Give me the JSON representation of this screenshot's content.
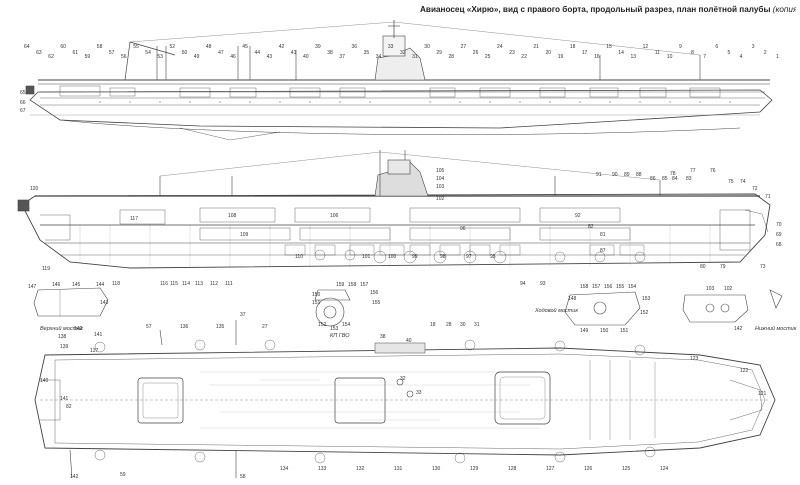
{
  "caption": {
    "bold_part": "Авианосец «Хирю», вид с правого борта, продольный разрез, план полётной палубы",
    "italic_part": "(копия подлинного чертежа)"
  },
  "detail_captions": {
    "top_bridge": "Верхний мостик",
    "gun_director": "КП ГВО",
    "navigation_bridge": "Ходовой мостик",
    "lower_bridge": "Нижний мостик"
  },
  "side_view": {
    "labels": [
      "64",
      "63",
      "62",
      "60",
      "61",
      "59",
      "58",
      "57",
      "56",
      "55",
      "54",
      "53",
      "52",
      "50",
      "49",
      "48",
      "47",
      "46",
      "45",
      "44",
      "43",
      "42",
      "41",
      "40",
      "39",
      "38",
      "37",
      "36",
      "35",
      "34",
      "33",
      "32",
      "31",
      "30",
      "29",
      "28",
      "27",
      "26",
      "25",
      "24",
      "23",
      "22",
      "21",
      "20",
      "19",
      "18",
      "17",
      "16",
      "15",
      "14",
      "13",
      "12",
      "11",
      "10",
      "9",
      "8",
      "7",
      "6",
      "5",
      "4",
      "3",
      "2",
      "1",
      "65",
      "66",
      "67"
    ]
  },
  "section_view": {
    "room_labels": [
      "117",
      "108",
      "106",
      "96",
      "92",
      "109",
      "110",
      "101",
      "100",
      "99",
      "98",
      "97",
      "95",
      "87",
      "82",
      "81",
      "78",
      "77",
      "76",
      "75",
      "74",
      "73",
      "72",
      "71",
      "70",
      "69",
      "68",
      "120",
      "119",
      "118",
      "116",
      "115",
      "114",
      "113",
      "112",
      "111",
      "105",
      "104",
      "103",
      "102",
      "94",
      "93",
      "91",
      "90",
      "89",
      "88",
      "86",
      "85",
      "84",
      "83",
      "80",
      "79"
    ]
  },
  "plan_view": {
    "labels": [
      "138",
      "139",
      "140",
      "141",
      "142",
      "137",
      "136",
      "135",
      "134",
      "133",
      "132",
      "131",
      "130",
      "129",
      "128",
      "127",
      "126",
      "125",
      "124",
      "123",
      "122",
      "121",
      "57",
      "37",
      "27",
      "18",
      "28",
      "30",
      "31",
      "32",
      "33",
      "59",
      "82",
      "38",
      "58",
      "40"
    ]
  },
  "detail_labels": {
    "top_bridge": [
      "147",
      "146",
      "145",
      "144",
      "143",
      "142",
      "141"
    ],
    "gun_director": [
      "159",
      "158",
      "157",
      "156",
      "155",
      "154",
      "153",
      "152",
      "151",
      "150"
    ],
    "navigation_bridge": [
      "158",
      "157",
      "156",
      "155",
      "154",
      "153",
      "152",
      "151",
      "150",
      "149",
      "148"
    ],
    "lower_bridge": [
      "103",
      "102",
      "142"
    ]
  }
}
